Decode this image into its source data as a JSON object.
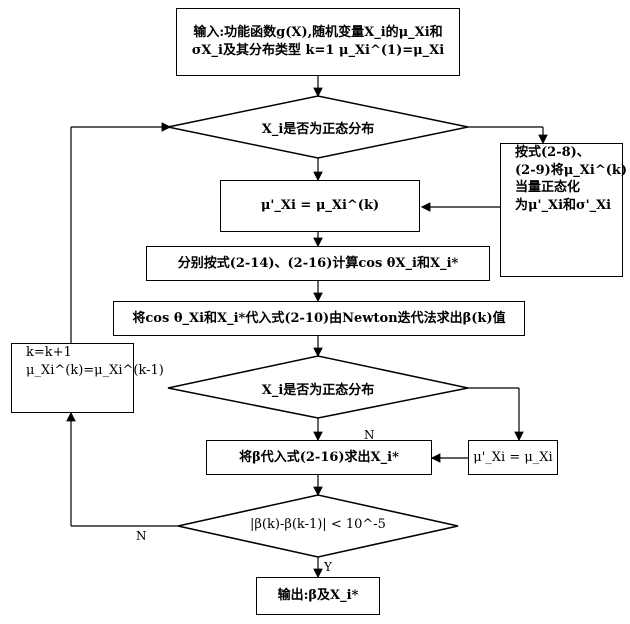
{
  "nodes": {
    "input": {
      "line1": "输入:功能函数g(X),随机变量X_i的μ_Xi和",
      "line2": "σX_i及其分布类型 k=1  μ_Xi^(1)=μ_Xi"
    },
    "decision1": "X_i是否为正态分布",
    "equiv_box": {
      "line1": "按式(2-8)、",
      "line2": "(2-9)将μ_Xi^(k)",
      "line3": "当量正态化",
      "line4": "为μ'_Xi和σ'_Xi"
    },
    "mu_prime_box": "μ'_Xi = μ_Xi^(k)",
    "calc_cos": "分别按式(2-14)、(2-16)计算cos θX_i和X_i*",
    "newton": "将cos θ_Xi和X_i*代入式(2-10)由Newton迭代法求出β(k)值",
    "update_box": {
      "line1": "k=k+1",
      "line2": "μ_Xi^(k)=μ_Xi^(k-1)"
    },
    "decision2": "X_i是否为正态分布",
    "beta_sub": "将β代入式(2-16)求出X_i*",
    "mu_prime_small": "μ'_Xi = μ_Xi",
    "decision3": "|β(k)-β(k-1)| < 10^-5",
    "output": "输出:β及X_i*"
  },
  "labels": {
    "n1": "N",
    "n2": "N",
    "y": "Y"
  }
}
